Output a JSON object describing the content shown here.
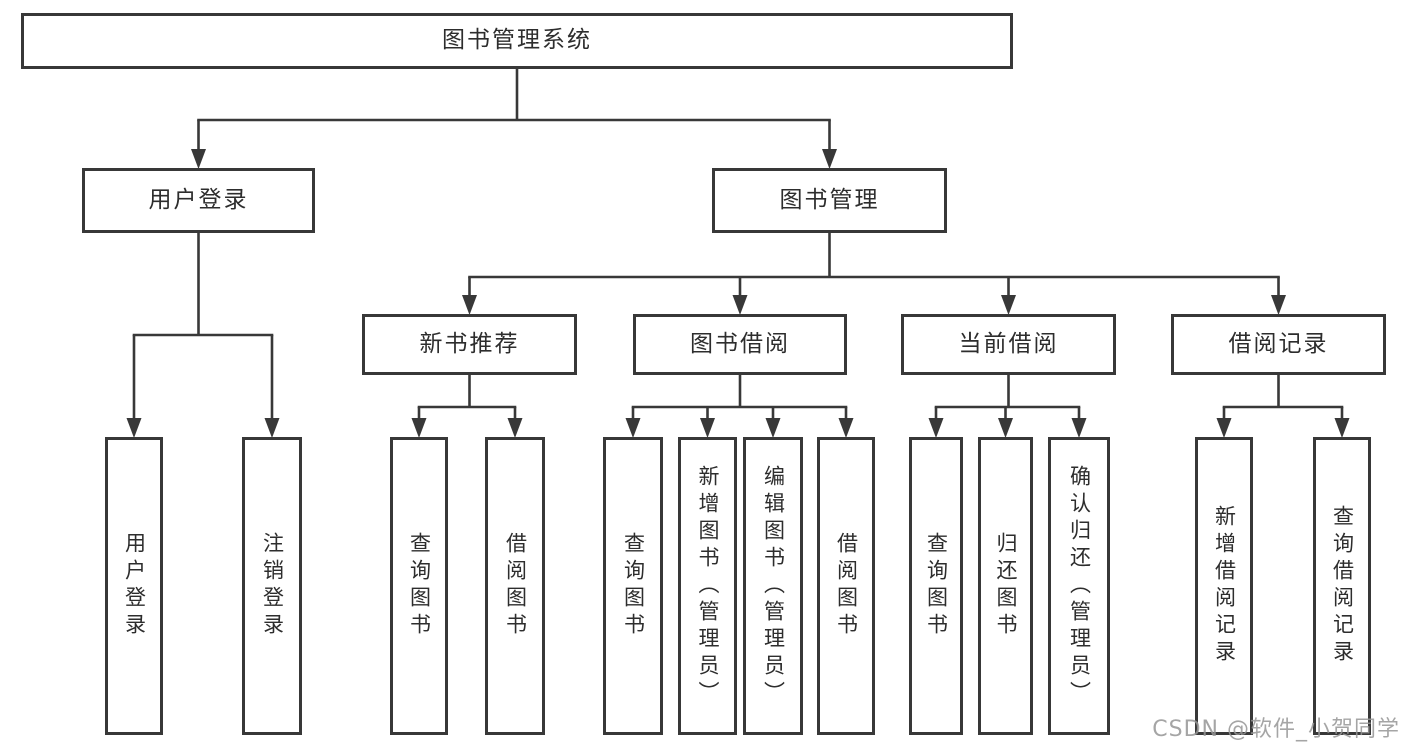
{
  "page": {
    "background": "#ffffff",
    "watermark": "CSDN @软件_小贺同学"
  },
  "diagram": {
    "type": "tree",
    "title": "图书管理系统",
    "colors": {
      "line": "#383838",
      "text": "#2d2d2d",
      "watermark": "#969696",
      "background": "#ffffff"
    },
    "nodes": [
      {
        "id": "root",
        "label": "图书管理系统",
        "parent": null
      },
      {
        "id": "user-login",
        "label": "用户登录",
        "parent": "root"
      },
      {
        "id": "book-mgmt",
        "label": "图书管理",
        "parent": "root"
      },
      {
        "id": "login-user",
        "label": "用户登录",
        "parent": "user-login"
      },
      {
        "id": "login-logout",
        "label": "注销登录",
        "parent": "user-login"
      },
      {
        "id": "new-book-rec",
        "label": "新书推荐",
        "parent": "book-mgmt"
      },
      {
        "id": "book-borrow",
        "label": "图书借阅",
        "parent": "book-mgmt"
      },
      {
        "id": "current-borrow",
        "label": "当前借阅",
        "parent": "book-mgmt"
      },
      {
        "id": "borrow-record",
        "label": "借阅记录",
        "parent": "book-mgmt"
      },
      {
        "id": "rec-query",
        "label": "查询图书",
        "parent": "new-book-rec"
      },
      {
        "id": "rec-borrow",
        "label": "借阅图书",
        "parent": "new-book-rec"
      },
      {
        "id": "bb-query",
        "label": "查询图书",
        "parent": "book-borrow"
      },
      {
        "id": "bb-add",
        "label": "新增图书（管理员）",
        "parent": "book-borrow"
      },
      {
        "id": "bb-edit",
        "label": "编辑图书（管理员）",
        "parent": "book-borrow"
      },
      {
        "id": "bb-borrow",
        "label": "借阅图书",
        "parent": "book-borrow"
      },
      {
        "id": "cb-query",
        "label": "查询图书",
        "parent": "current-borrow"
      },
      {
        "id": "cb-return",
        "label": "归还图书",
        "parent": "current-borrow"
      },
      {
        "id": "cb-confirm",
        "label": "确认归还（管理员）",
        "parent": "current-borrow"
      },
      {
        "id": "br-add",
        "label": "新增借阅记录",
        "parent": "borrow-record"
      },
      {
        "id": "br-query",
        "label": "查询借阅记录",
        "parent": "borrow-record"
      }
    ]
  }
}
